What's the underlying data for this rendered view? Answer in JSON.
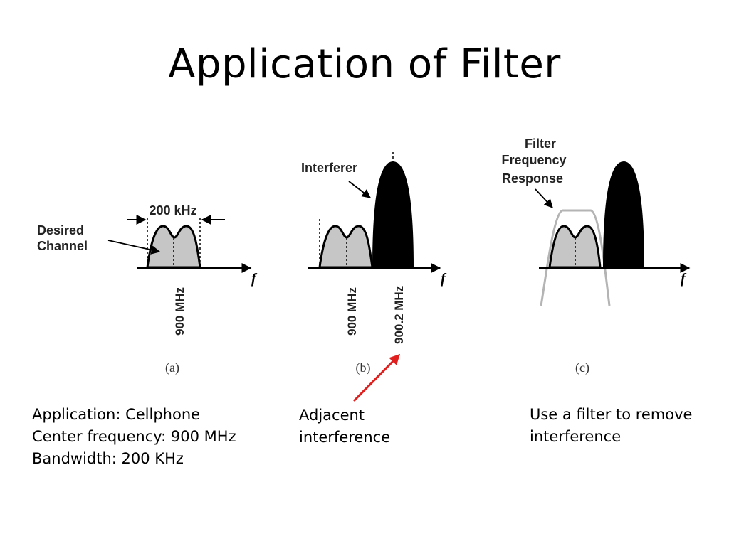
{
  "slide": {
    "title": "Application of Filter"
  },
  "figure": {
    "panel_a": {
      "caption": "(a)",
      "bandwidth_label": "200 kHz",
      "desired_label_line1": "Desired",
      "desired_label_line2": "Channel",
      "center_freq_label": "900 MHz",
      "axis_label": "f"
    },
    "panel_b": {
      "caption": "(b)",
      "interferer_label": "Interferer",
      "freq1_label": "900 MHz",
      "freq2_label": "900.2 MHz",
      "axis_label": "f"
    },
    "panel_c": {
      "caption": "(c)",
      "filter_label_line1": "Filter",
      "filter_label_line2": "Frequency",
      "filter_label_line3": "Response",
      "axis_label": "f"
    }
  },
  "captions": {
    "left": {
      "line1": "Application: Cellphone",
      "line2": "Center frequency: 900 MHz",
      "line3": "Bandwidth: 200 KHz"
    },
    "middle": {
      "line1": "Adjacent",
      "line2": "interference"
    },
    "right": {
      "line1": "Use a filter to remove",
      "line2": "interference"
    }
  },
  "colors": {
    "desired_channel_fill": "#c6c6c6",
    "interferer_fill": "#000000",
    "filter_response": "#b4b4b4",
    "annotation_arrow": "#e0201e"
  }
}
